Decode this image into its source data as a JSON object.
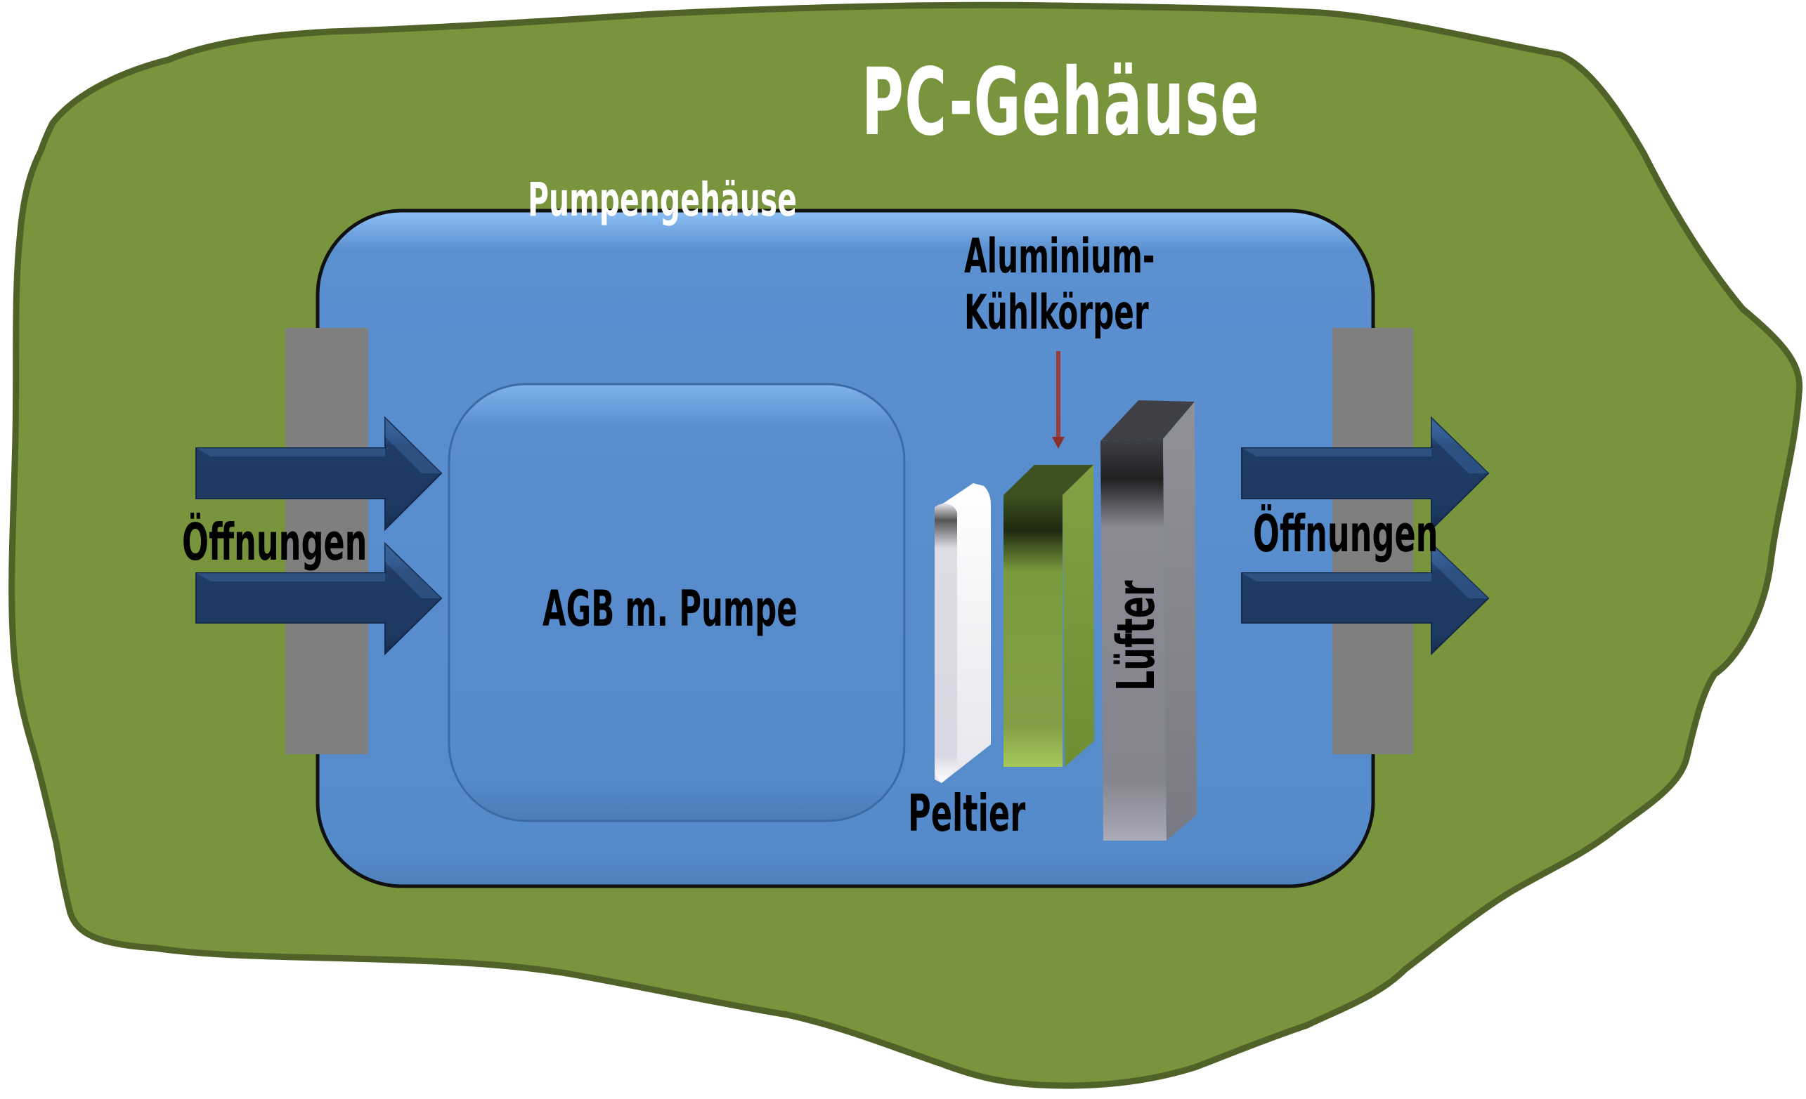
{
  "diagram": {
    "title": "PC-Gehäuse",
    "pump_housing": {
      "label": "Pumpengehäuse"
    },
    "reservoir": {
      "label": "AGB m. Pumpe"
    },
    "peltier": {
      "label": "Peltier"
    },
    "heatsink": {
      "label_line1": "Aluminium-",
      "label_line2": "Kühlkörper"
    },
    "fan": {
      "label": "Lüfter"
    },
    "openings_left": {
      "label": "Öffnungen",
      "arrow_direction": "right",
      "arrow_count": 2
    },
    "openings_right": {
      "label": "Öffnungen",
      "arrow_direction": "right",
      "arrow_count": 2
    }
  },
  "colors": {
    "case_fill": "#78943c",
    "case_stroke": "#4f6228",
    "housing_fill": "#568bcb",
    "housing_stroke": "#111111",
    "opening_gray": "#7f7f7f",
    "arrow_fill": "#1f3c66",
    "heatsink_green": "#7f9f40",
    "fan_gray": "#85858f",
    "peltier_white": "#eeeef2",
    "indicator_arrow": "#a03a3a"
  }
}
